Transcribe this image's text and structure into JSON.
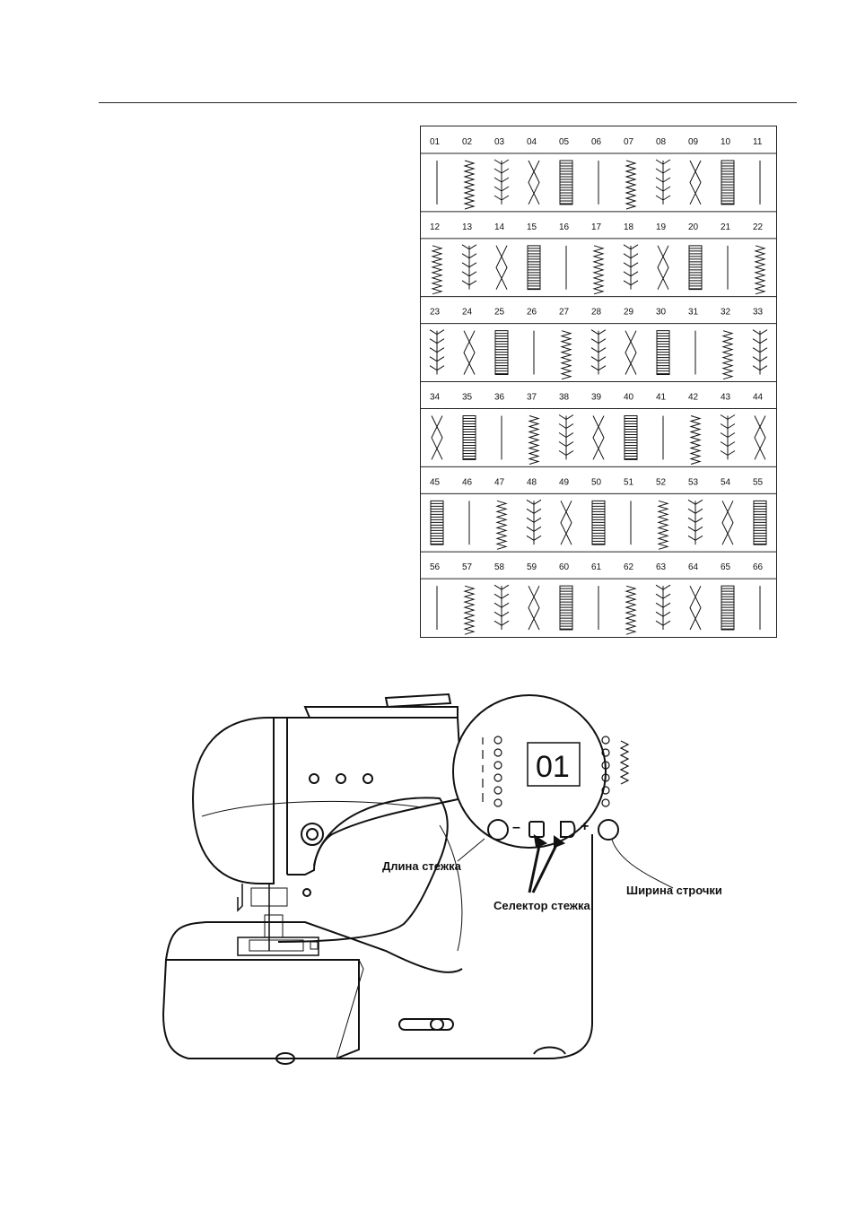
{
  "stitch_table": {
    "rows": [
      [
        "01",
        "02",
        "03",
        "04",
        "05",
        "06",
        "07",
        "08",
        "09",
        "10",
        "11"
      ],
      [
        "12",
        "13",
        "14",
        "15",
        "16",
        "17",
        "18",
        "19",
        "20",
        "21",
        "22"
      ],
      [
        "23",
        "24",
        "25",
        "26",
        "27",
        "28",
        "29",
        "30",
        "31",
        "32",
        "33"
      ],
      [
        "34",
        "35",
        "36",
        "37",
        "38",
        "39",
        "40",
        "41",
        "42",
        "43",
        "44"
      ],
      [
        "45",
        "46",
        "47",
        "48",
        "49",
        "50",
        "51",
        "52",
        "53",
        "54",
        "55"
      ],
      [
        "56",
        "57",
        "58",
        "59",
        "60",
        "61",
        "62",
        "63",
        "64",
        "65",
        "66"
      ]
    ]
  },
  "machine": {
    "display_value": "01",
    "labels": {
      "stitch_length": "Длина  стежка",
      "stitch_selector": "Селектор стежка",
      "stitch_width": "Ширина строчки"
    },
    "minus_sign": "–",
    "plus_sign": "+"
  }
}
